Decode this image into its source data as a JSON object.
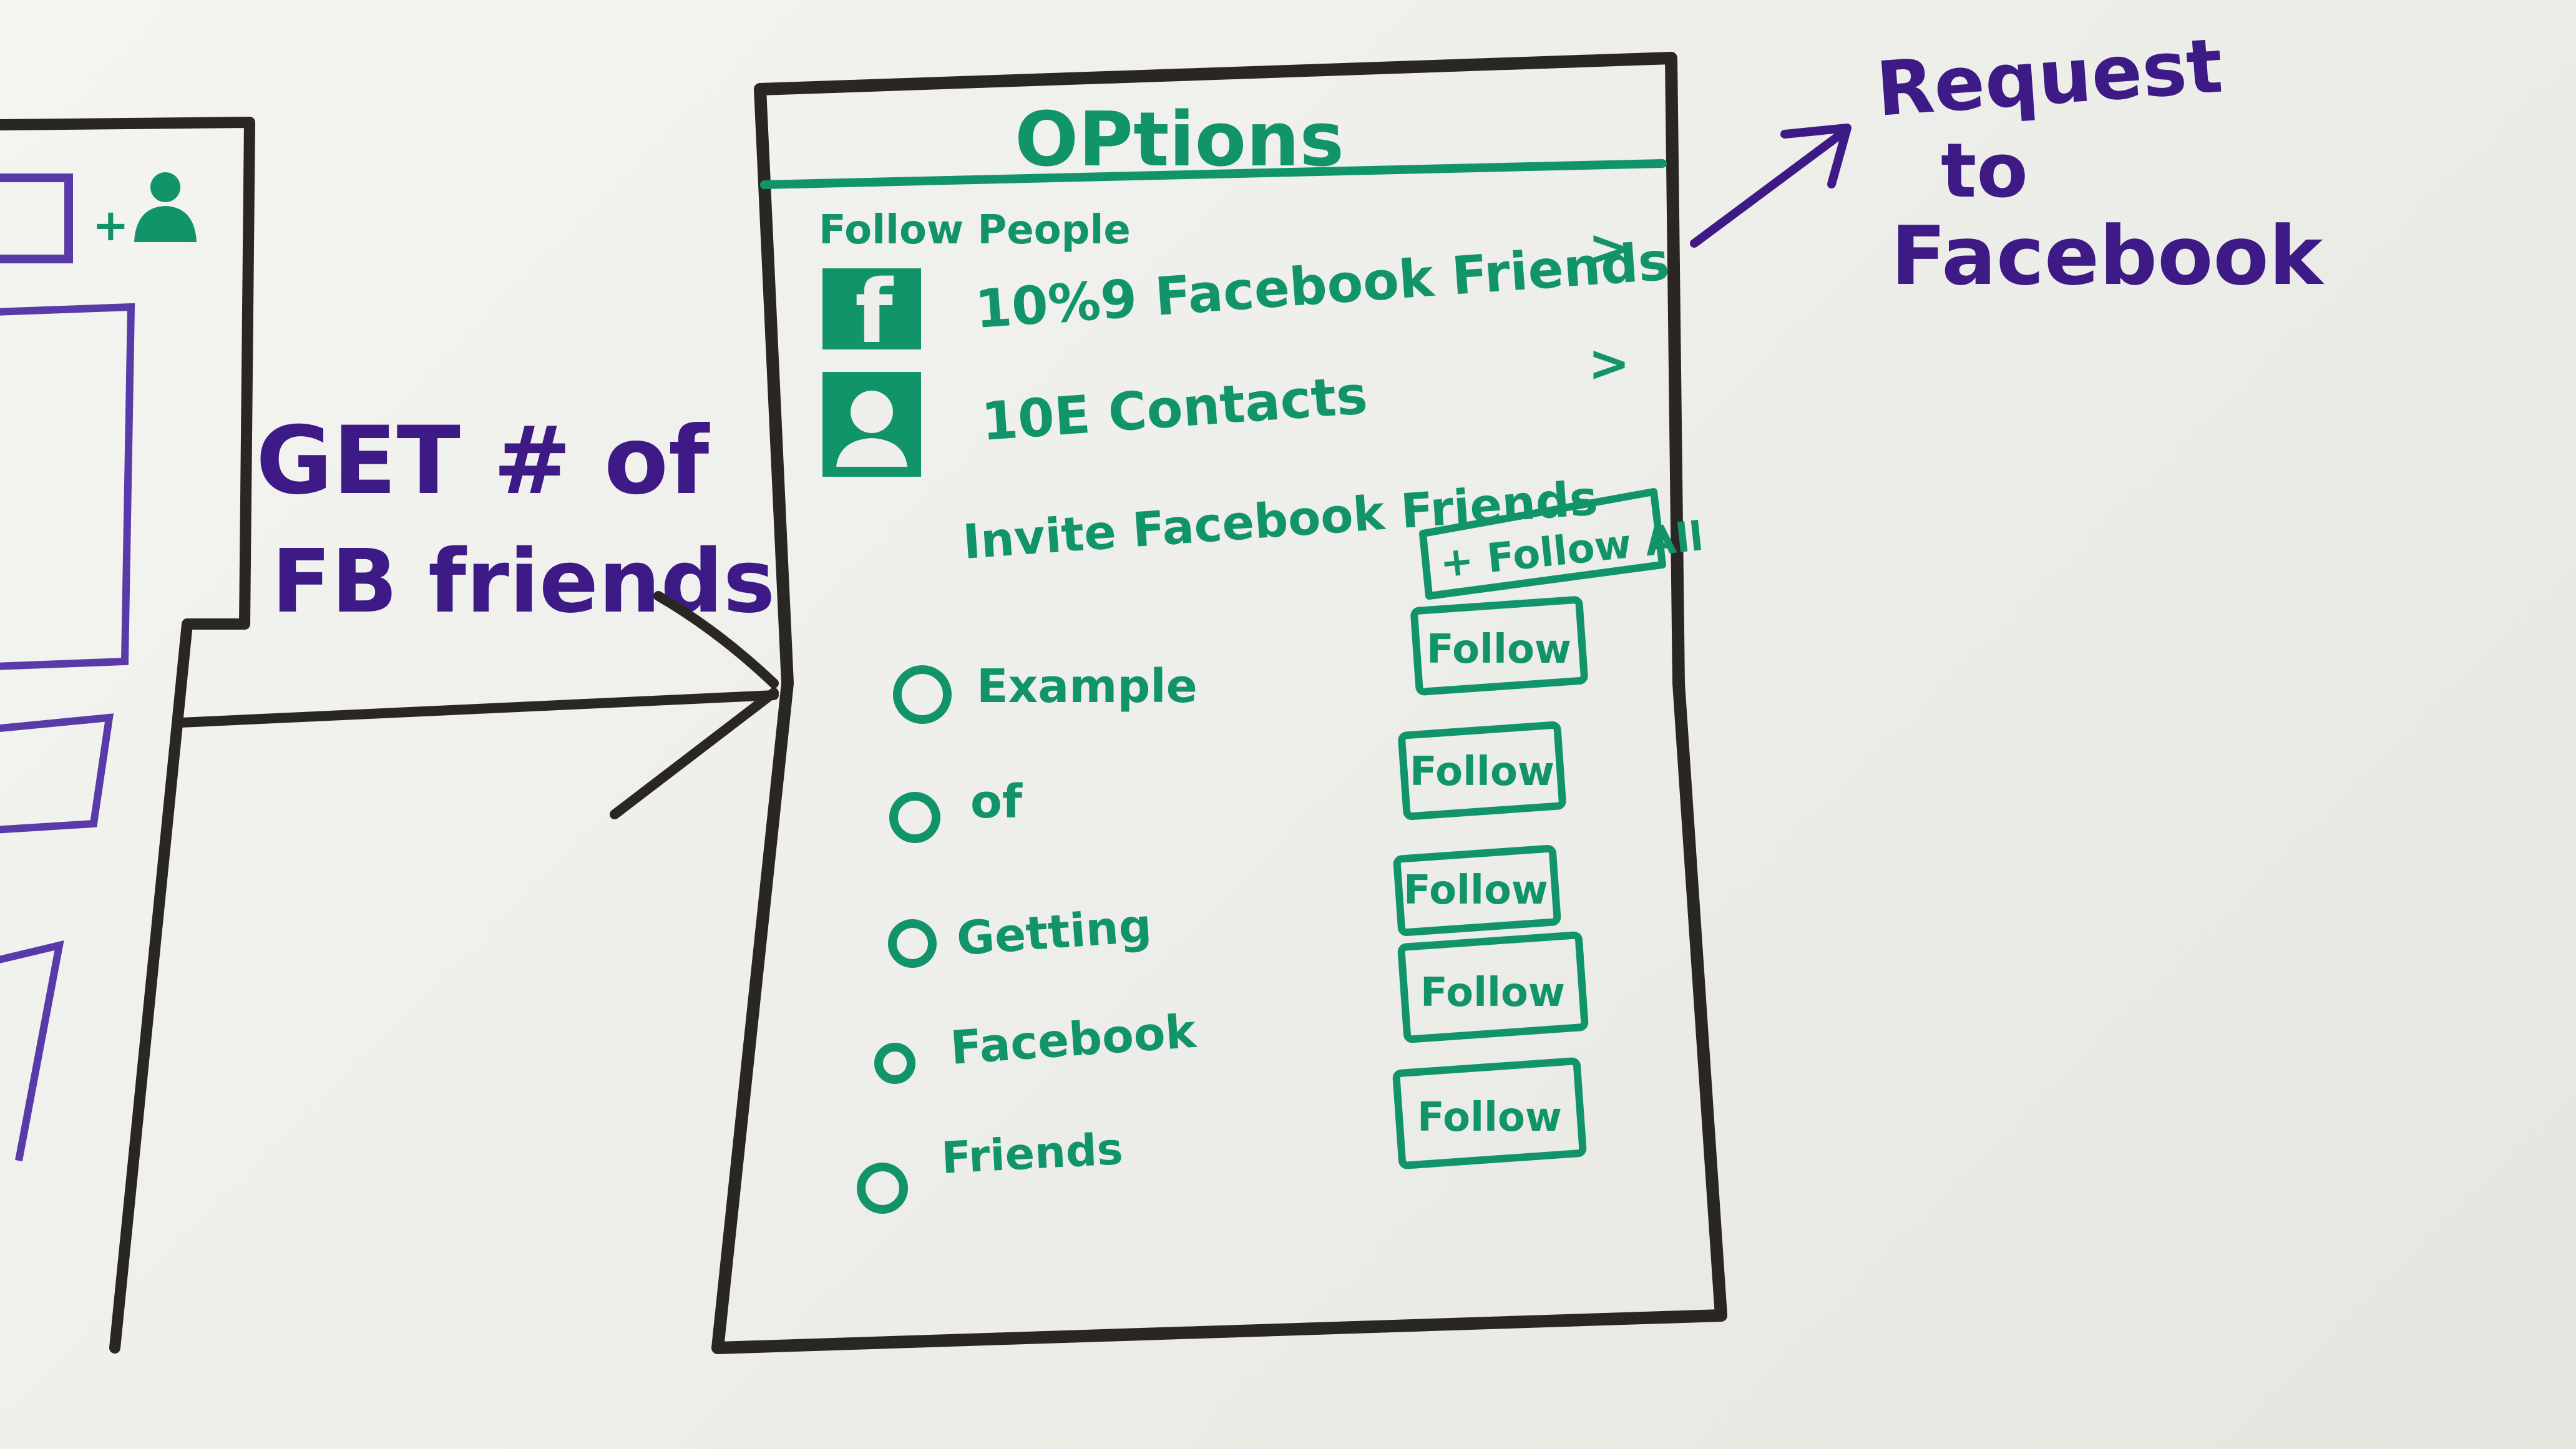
{
  "mockup": {
    "title": "OPtions",
    "section_label": "Follow People",
    "facebook_row": {
      "icon": "facebook-icon",
      "label": "10%9 Facebook Friends",
      "chevron": ">"
    },
    "contacts_row": {
      "icon": "contact-person-icon",
      "label": "10E Contacts",
      "chevron": ">"
    },
    "invite_label": "Invite Facebook Friends",
    "follow_all_label": "+ Follow All",
    "friends": [
      {
        "name": "Example",
        "button": "Follow"
      },
      {
        "name": "of",
        "button": "Follow"
      },
      {
        "name": "Getting",
        "button": "Follow"
      },
      {
        "name": "Facebook",
        "button": "Follow"
      },
      {
        "name": "Friends",
        "button": "Follow"
      }
    ]
  },
  "annotations": {
    "request_lines": [
      "Request",
      "to",
      "Facebook"
    ],
    "get_lines": [
      "GET # of",
      "FB friends"
    ]
  },
  "colors": {
    "green_marker": "#12946a",
    "purple_marker": "#3d1a86",
    "black_marker": "#2a2624",
    "board": "#efefeb"
  }
}
